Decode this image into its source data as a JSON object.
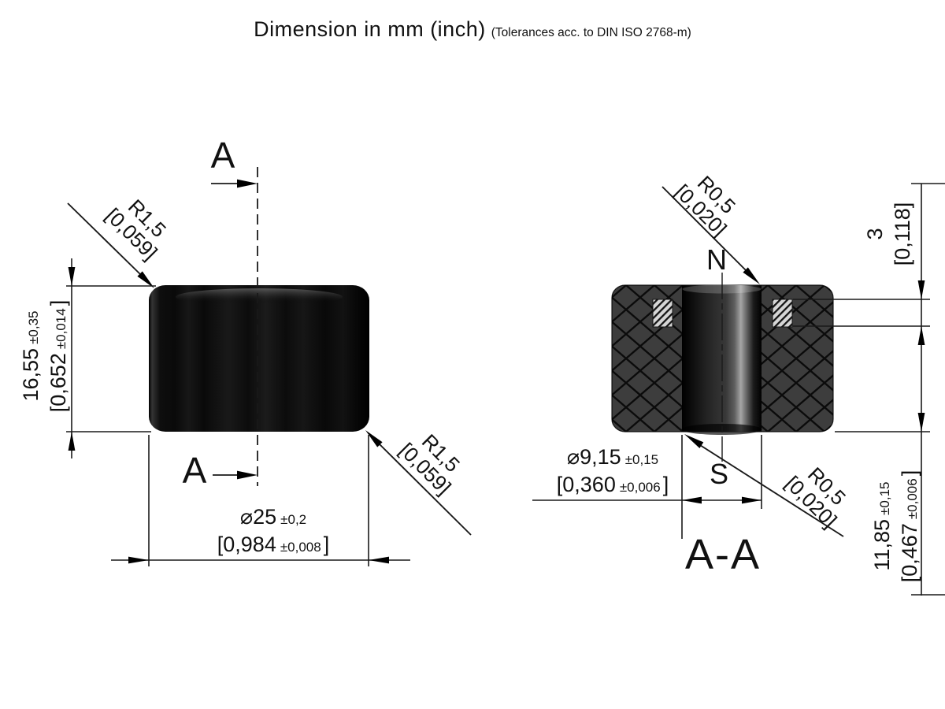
{
  "title": {
    "main": "Dimension in mm (inch)",
    "note": "(Tolerances acc. to DIN ISO 2768-m)"
  },
  "colors": {
    "line_color": "#1a1a1a",
    "section_body_gray": "#3d3d3d",
    "knob_black": "#0a0a0a",
    "insert_hatch_bg": "#d6d6d6"
  },
  "front_view": {
    "section_label_top": "A",
    "section_label_bottom": "A",
    "radius_top_left": {
      "line1": "R1,5",
      "line2": "[0,059]"
    },
    "radius_bottom_right": {
      "line1": "R1,5",
      "line2": "[0,059]"
    },
    "height": {
      "mm": "16,55",
      "mm_tol": "±0,35",
      "inch_open": "[0,652",
      "inch_tol": "±0,014",
      "inch_close": "]"
    },
    "diameter": {
      "mm": "⌀25",
      "mm_tol": "±0,2",
      "inch_open": "[0,984",
      "inch_tol": "±0,008",
      "inch_close": "]"
    }
  },
  "section_view": {
    "view_label": "A-A",
    "n_label": "N",
    "s_label": "S",
    "radius_top": {
      "line1": "R0,5",
      "line2": "[0,020]"
    },
    "radius_bottom": {
      "line1": "R0,5",
      "line2": "[0,020]"
    },
    "insert_height": {
      "mm": "3",
      "inch": "[0,118]"
    },
    "bore": {
      "mm": "⌀9,15",
      "mm_tol": "±0,15",
      "inch_open": "[0,360",
      "inch_tol": "±0,006",
      "inch_close": "]"
    },
    "depth": {
      "mm": "11,85",
      "mm_tol": "±0,15",
      "inch_open": "[0,467",
      "inch_tol": "±0,006",
      "inch_close": "]"
    }
  }
}
